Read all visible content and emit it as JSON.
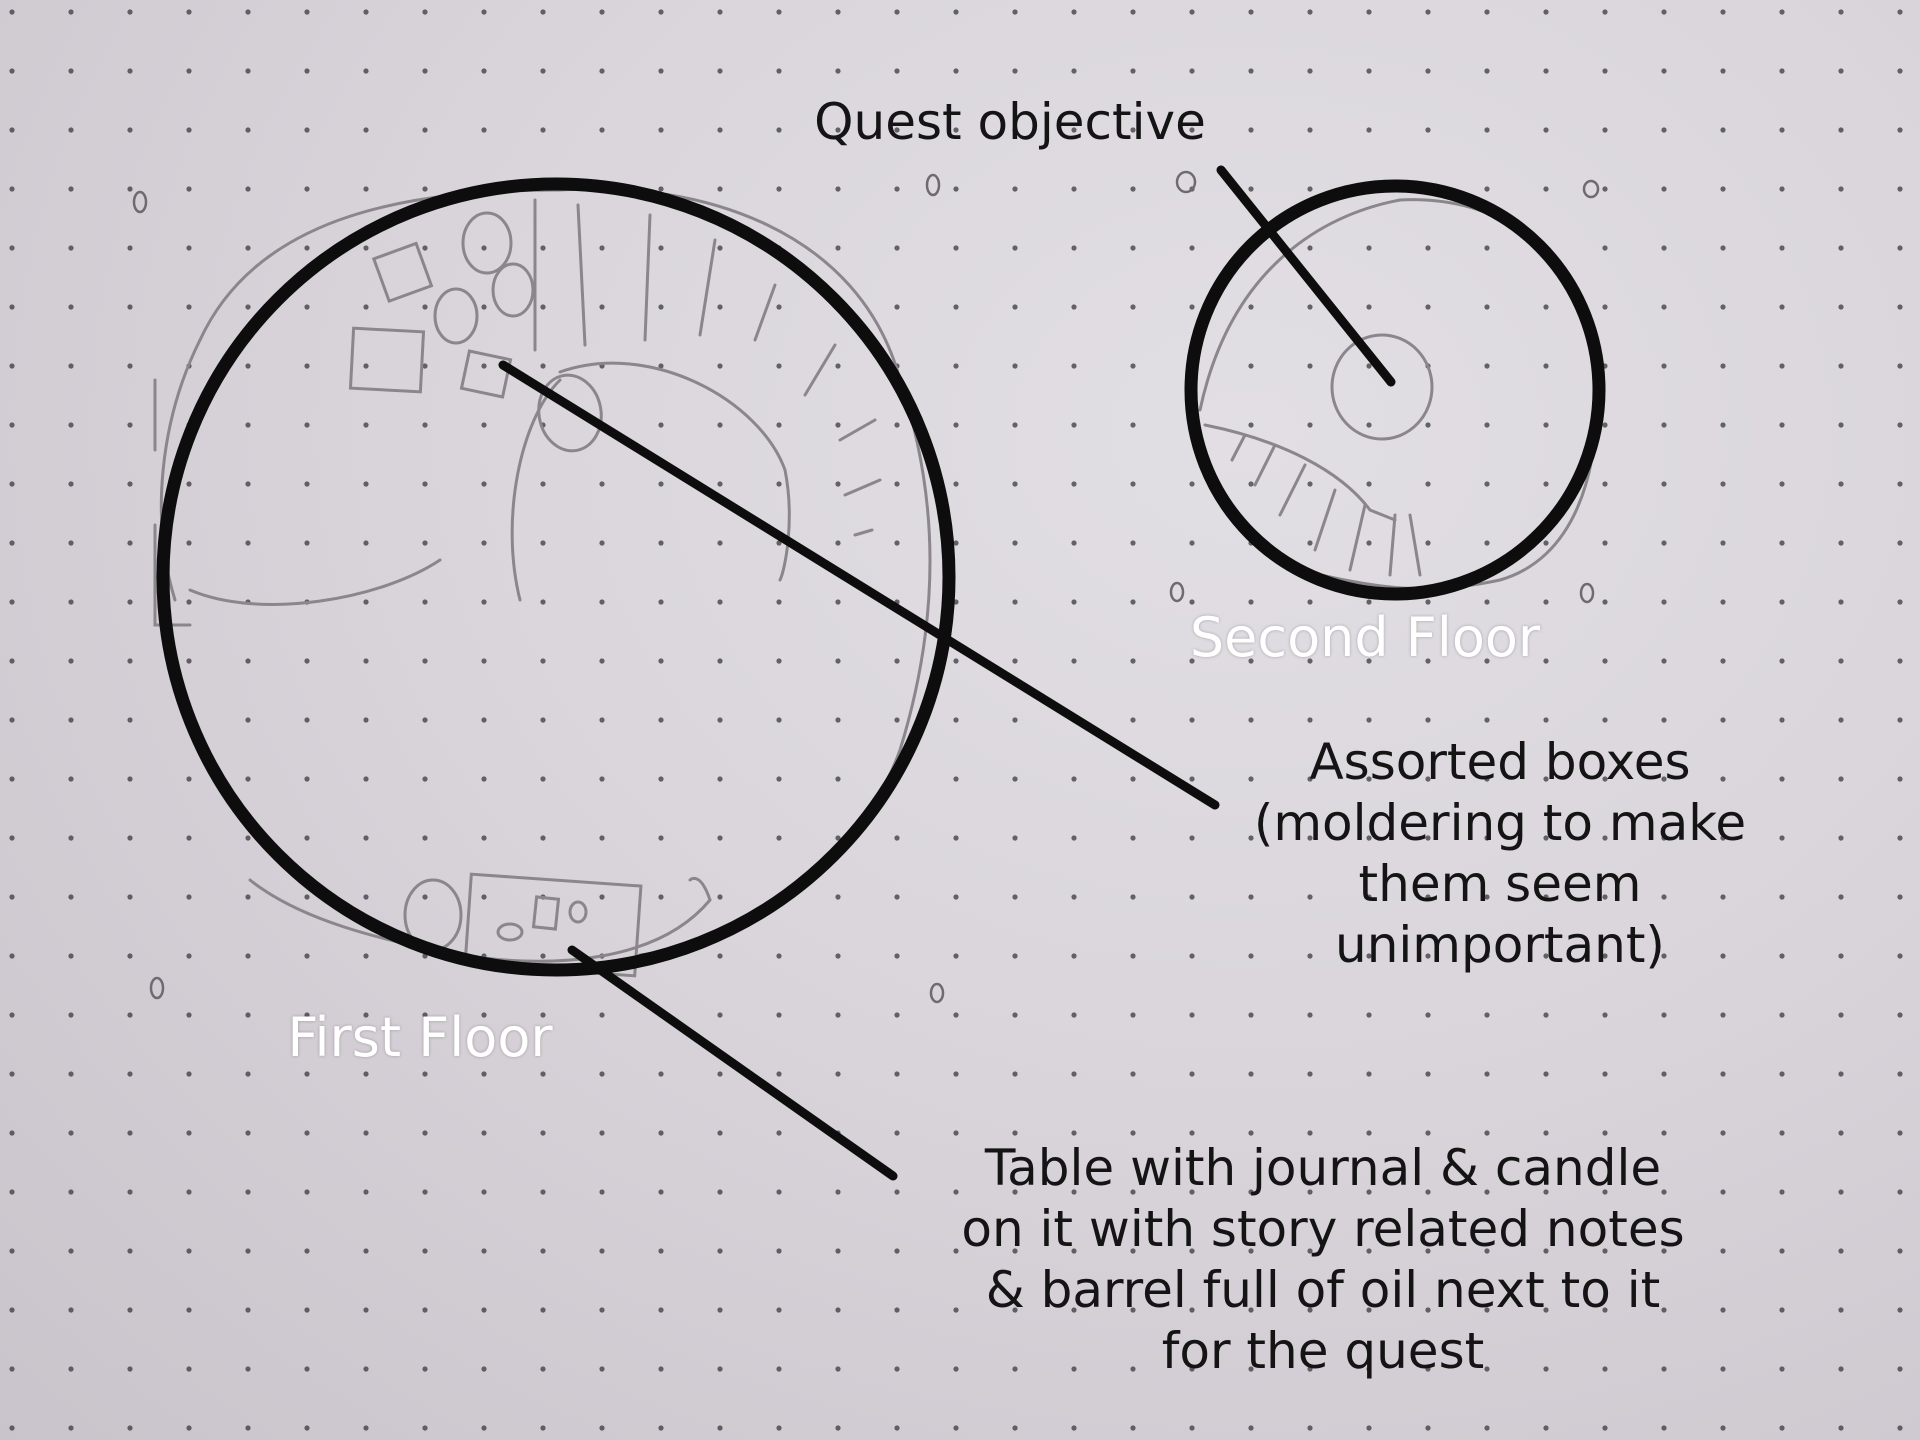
{
  "labels": {
    "quest_objective": "Quest objective",
    "second_floor": "Second Floor",
    "first_floor": "First Floor",
    "assorted_boxes": [
      "Assorted boxes",
      "(moldering to make",
      "them seem",
      "unimportant)"
    ],
    "table_note": [
      "Table with journal & candle",
      "on it with story related notes",
      "& barrel full of oil next to it",
      "for the quest"
    ]
  },
  "colors": {
    "paper": "#d9d5db",
    "ink": "#0d0d0d",
    "pencil": "#8a868c",
    "dot": "#3a383c",
    "label_light": "#ffffff",
    "label_dark": "#141414"
  }
}
